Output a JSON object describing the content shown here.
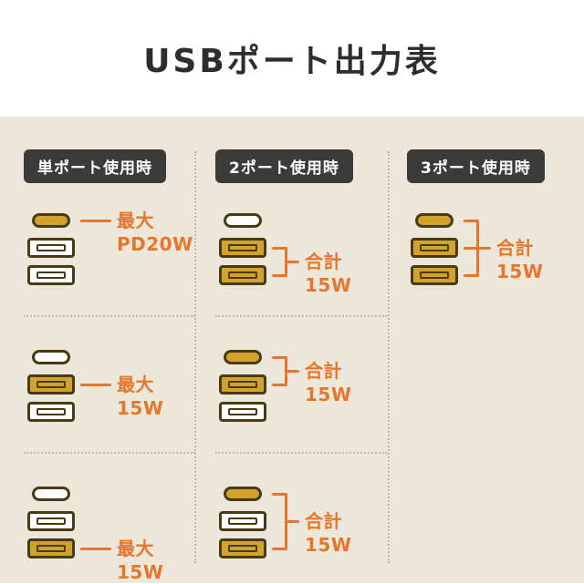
{
  "title": "USBポート出力表",
  "colors": {
    "page_bg": "#ffffff",
    "panel_bg": "#ece7da",
    "header_bg": "#3b3b39",
    "header_text": "#ffffff",
    "port_active_fill": "#d2a22c",
    "port_inactive_fill": "#ffffff",
    "port_border": "#473b14",
    "accent_orange": "#e5762b",
    "separator_dots": "#c3baa6",
    "title_text": "#2d2d2d"
  },
  "columns": [
    {
      "header": "単ポート使用時",
      "rows": [
        {
          "ports": [
            {
              "type": "c",
              "active": true
            },
            {
              "type": "a",
              "active": false
            },
            {
              "type": "a",
              "active": false
            }
          ],
          "label": "最大\nPD20W"
        },
        {
          "ports": [
            {
              "type": "c",
              "active": false
            },
            {
              "type": "a",
              "active": true
            },
            {
              "type": "a",
              "active": false
            }
          ],
          "label": "最大15W"
        },
        {
          "ports": [
            {
              "type": "c",
              "active": false
            },
            {
              "type": "a",
              "active": false
            },
            {
              "type": "a",
              "active": true
            }
          ],
          "label": "最大15W"
        }
      ]
    },
    {
      "header": "2ポート使用時",
      "rows": [
        {
          "ports": [
            {
              "type": "c",
              "active": false
            },
            {
              "type": "a",
              "active": true
            },
            {
              "type": "a",
              "active": true
            }
          ],
          "label": "合計15W"
        },
        {
          "ports": [
            {
              "type": "c",
              "active": true
            },
            {
              "type": "a",
              "active": true
            },
            {
              "type": "a",
              "active": false
            }
          ],
          "label": "合計15W"
        },
        {
          "ports": [
            {
              "type": "c",
              "active": true
            },
            {
              "type": "a",
              "active": false
            },
            {
              "type": "a",
              "active": true
            }
          ],
          "label": "合計15W"
        }
      ]
    },
    {
      "header": "3ポート使用時",
      "rows": [
        {
          "ports": [
            {
              "type": "c",
              "active": true
            },
            {
              "type": "a",
              "active": true
            },
            {
              "type": "a",
              "active": true
            }
          ],
          "label": "合計15W"
        }
      ]
    }
  ]
}
